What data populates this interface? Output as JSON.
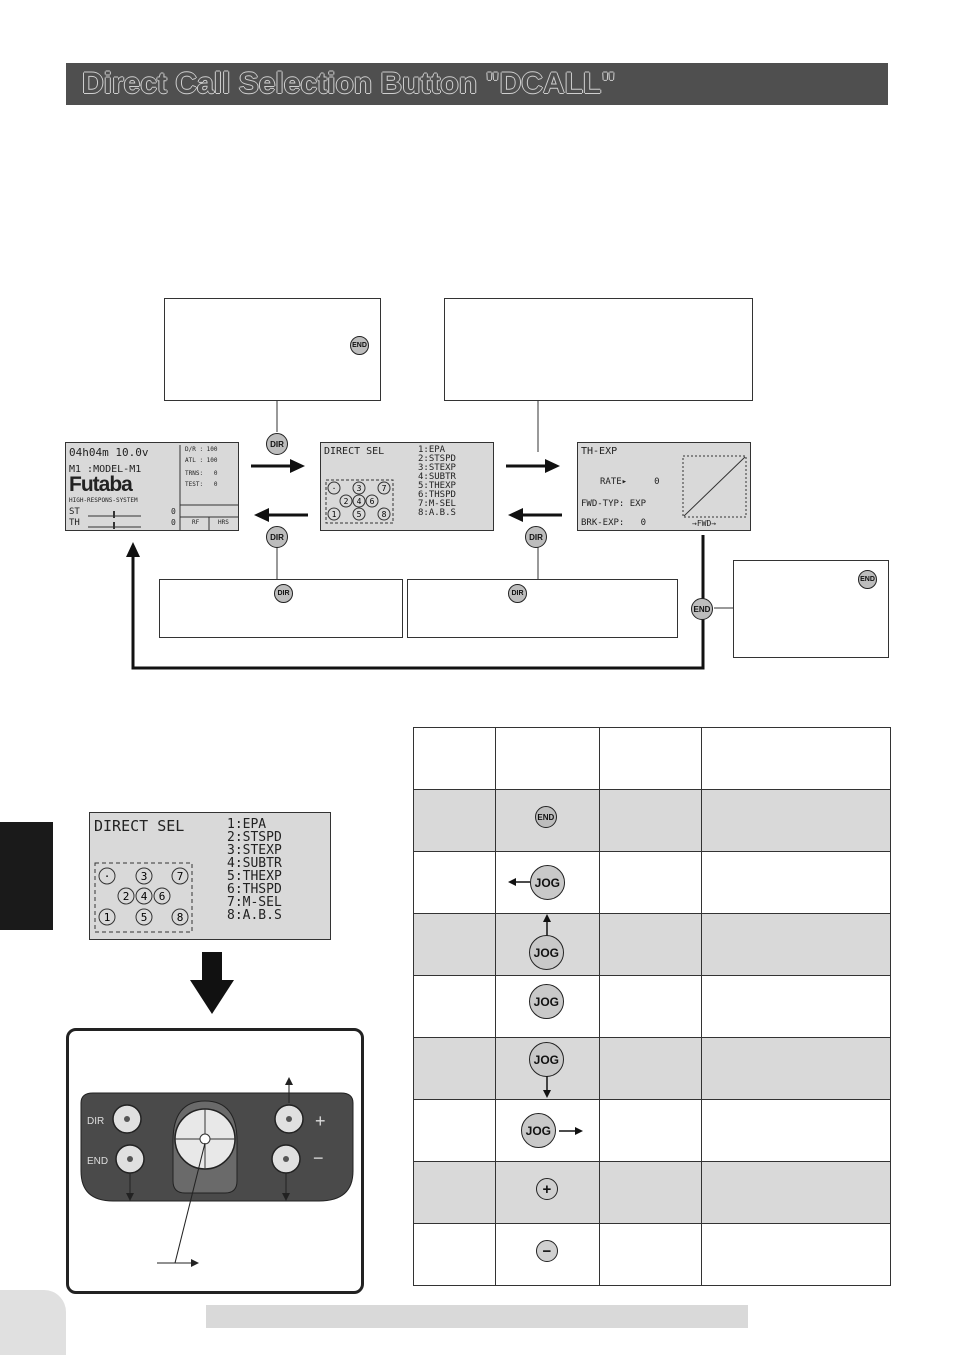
{
  "header": {
    "title": "Direct Call Selection Button  \"DCALL\""
  },
  "buttons": {
    "end": "END",
    "dir": "DIR",
    "jog": "JOG",
    "plus": "+",
    "minus": "−"
  },
  "screens": {
    "home": {
      "line1": "04h04m 10.0v",
      "right1": "D/R : 100",
      "right2": "ATL : 100",
      "line2": "M1 :MODEL-M1",
      "brand": "Futaba",
      "tagline": "HIGH-RESPONS-SYSTEM",
      "right3": "TRNS:   0",
      "right4": "TEST:   0",
      "st": "ST",
      "th": "TH",
      "st_val": "0",
      "th_val": "0",
      "bottom_left": "RF",
      "bottom_right": "HRS"
    },
    "direct_sel": {
      "title": "DIRECT SEL",
      "items": [
        "1:EPA",
        "2:STSPD",
        "3:STEXP",
        "4:SUBTR",
        "5:THEXP",
        "6:THSPD",
        "7:M-SEL",
        "8:A.B.S"
      ],
      "grid": [
        "·",
        "3",
        "7",
        "2",
        "4",
        "6",
        "1",
        "5",
        "8"
      ]
    },
    "th_exp": {
      "title": "TH-EXP",
      "rate": "RATE▸     0",
      "fwd_typ": "FWD-TYP: EXP",
      "brk_exp": "BRK-EXP:   0",
      "fwd": "→FWD→"
    }
  },
  "table": {
    "row_icons": [
      "end",
      "jog-left",
      "jog-up",
      "jog",
      "jog-down",
      "jog-right",
      "plus",
      "minus"
    ]
  },
  "colors": {
    "title_bar": "#4f4f4f",
    "lcd": "#d9d9d9",
    "shade": "#d9d9d9",
    "tab": "#1a1a1a"
  }
}
